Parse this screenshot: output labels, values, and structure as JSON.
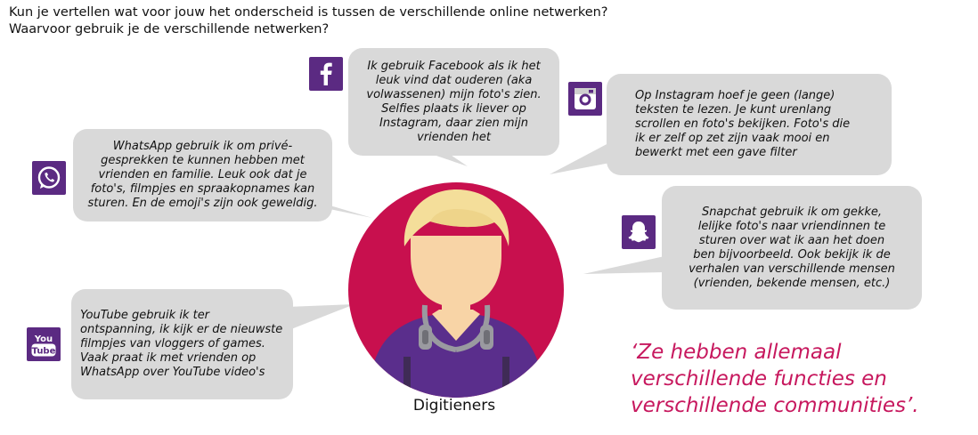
{
  "question": {
    "line1": "Kun je vertellen wat voor jouw het onderscheid is tussen de verschillende online netwerken?",
    "line2": "Waarvoor gebruik je de verschillende netwerken?"
  },
  "bubbles": {
    "facebook": "Ik gebruik Facebook als ik het\nleuk vind dat ouderen (aka\nvolwassenen) mijn foto's zien.\nSelfies plaats ik liever op\nInstagram, daar zien mijn\nvrienden het",
    "instagram": "Op Instagram hoef je geen (lange)\nteksten te lezen. Je kunt urenlang\nscrollen en foto's bekijken. Foto's die\nik er zelf op zet zijn vaak mooi en\nbewerkt met een gave filter",
    "whatsapp": "WhatsApp gebruik ik om privé-\ngesprekken te kunnen hebben met\nvrienden en familie. Leuk ook dat je\nfoto's, filmpjes en spraakopnames kan\nsturen. En de emoji's zijn ook geweldig.",
    "snapchat": "Snapchat gebruik ik om gekke,\nlelijke foto's naar vriendinnen te\nsturen over wat ik aan het doen\nben bijvoorbeeld. Ook bekijk ik de\nverhalen van verschillende mensen\n(vrienden, bekende mensen, etc.)",
    "youtube": "YouTube gebruik ik ter\nontspanning, ik kijk er de nieuwste\nfilmpjes van vloggers of games.\nVaak praat ik met vrienden op\nWhatsApp over YouTube video's"
  },
  "icons": {
    "facebook": "facebook-icon",
    "instagram": "instagram-icon",
    "whatsapp": "whatsapp-icon",
    "snapchat": "snapchat-icon",
    "youtube": "youtube-icon",
    "youtube_logo_text": [
      "You",
      "Tube"
    ]
  },
  "avatar": {
    "label": "Digitieners"
  },
  "quote": {
    "line1": "‘Ze hebben allemaal",
    "line2": "verschillende functies en",
    "line3": "verschillende communities’."
  },
  "colors": {
    "icon_bg": "#5b2a82",
    "bubble_bg": "#d9d9d9",
    "avatar_circle": "#c8104e",
    "quote_text": "#c7185e"
  }
}
